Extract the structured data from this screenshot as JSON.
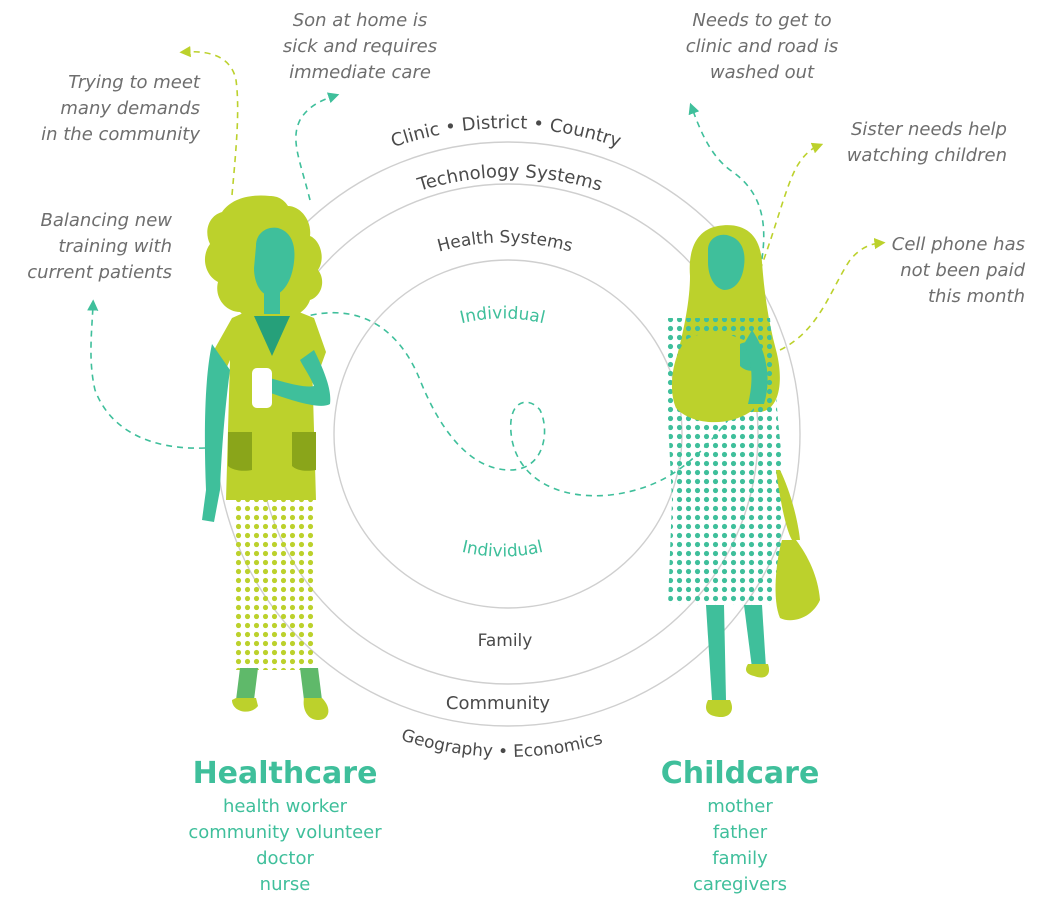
{
  "notes": {
    "son_sick": [
      "Son at home is",
      "sick and requires",
      "immediate care"
    ],
    "demands": [
      "Trying to meet",
      "many demands",
      "in the community"
    ],
    "training": [
      "Balancing new",
      "training with",
      "current patients"
    ],
    "road": [
      "Needs to get to",
      "clinic and road is",
      "washed out"
    ],
    "sister": [
      "Sister needs help",
      "watching children"
    ],
    "phone": [
      "Cell phone has",
      "not been paid",
      "this month"
    ]
  },
  "rings": {
    "outer_top": "Clinic • District • Country",
    "outer_bottom": "Geography • Economics",
    "second_top": "Technology Systems",
    "second_bottom": "Community",
    "third_top": "Health Systems",
    "third_bottom": "Family",
    "inner_top": "Individual",
    "inner_bottom": "Individual"
  },
  "healthcare": {
    "title": "Healthcare",
    "items": [
      "health worker",
      "community volunteer",
      "doctor",
      "nurse"
    ]
  },
  "childcare": {
    "title": "Childcare",
    "items": [
      "mother",
      "father",
      "family",
      "caregivers"
    ]
  },
  "colors": {
    "lime": "#bcd12c",
    "lime_dark": "#8aa51a",
    "teal": "#3fbf9b",
    "ring": "#c8c8c8",
    "note_text": "#6e6e6e"
  }
}
